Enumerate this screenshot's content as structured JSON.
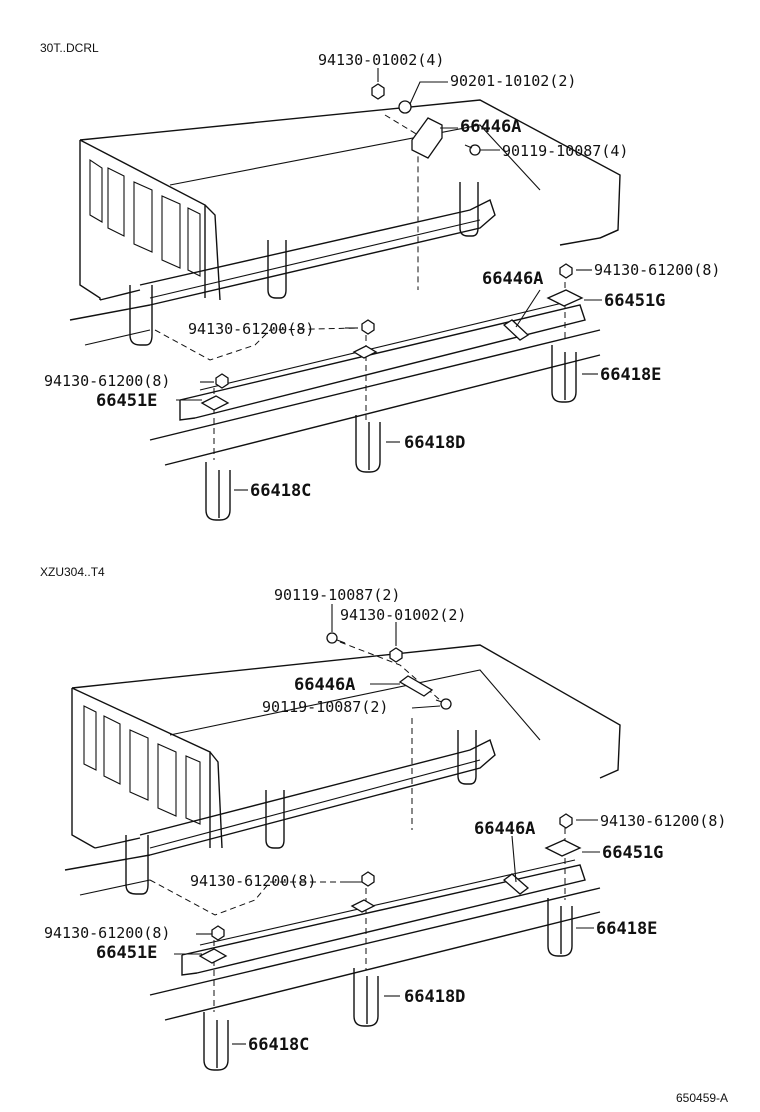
{
  "sections": [
    {
      "model": "30T..DCRL",
      "labels": {
        "nut_bracket": "94130-01002(4)",
        "washer": "90201-10102(2)",
        "bracket_top": "66446A",
        "bolt_top": "90119-10087(4)",
        "bracket_rear": "66446A",
        "nut_rear": "94130-61200(8)",
        "plate_rear": "66451G",
        "nut_mid": "94130-61200(8)",
        "nut_front": "94130-61200(8)",
        "plate_front": "66451E",
        "ubolt_rear": "66418E",
        "ubolt_mid": "66418D",
        "ubolt_front": "66418C"
      }
    },
    {
      "model": "XZU304..T4",
      "labels": {
        "bolt_a": "90119-10087(2)",
        "nut_bracket": "94130-01002(2)",
        "bracket_top": "66446A",
        "bolt_b": "90119-10087(2)",
        "nut_rear": "94130-61200(8)",
        "bracket_rear": "66446A",
        "plate_rear": "66451G",
        "nut_mid": "94130-61200(8)",
        "nut_front": "94130-61200(8)",
        "plate_front": "66451E",
        "ubolt_rear": "66418E",
        "ubolt_mid": "66418D",
        "ubolt_front": "66418C"
      }
    }
  ],
  "figure_code": "650459-A"
}
